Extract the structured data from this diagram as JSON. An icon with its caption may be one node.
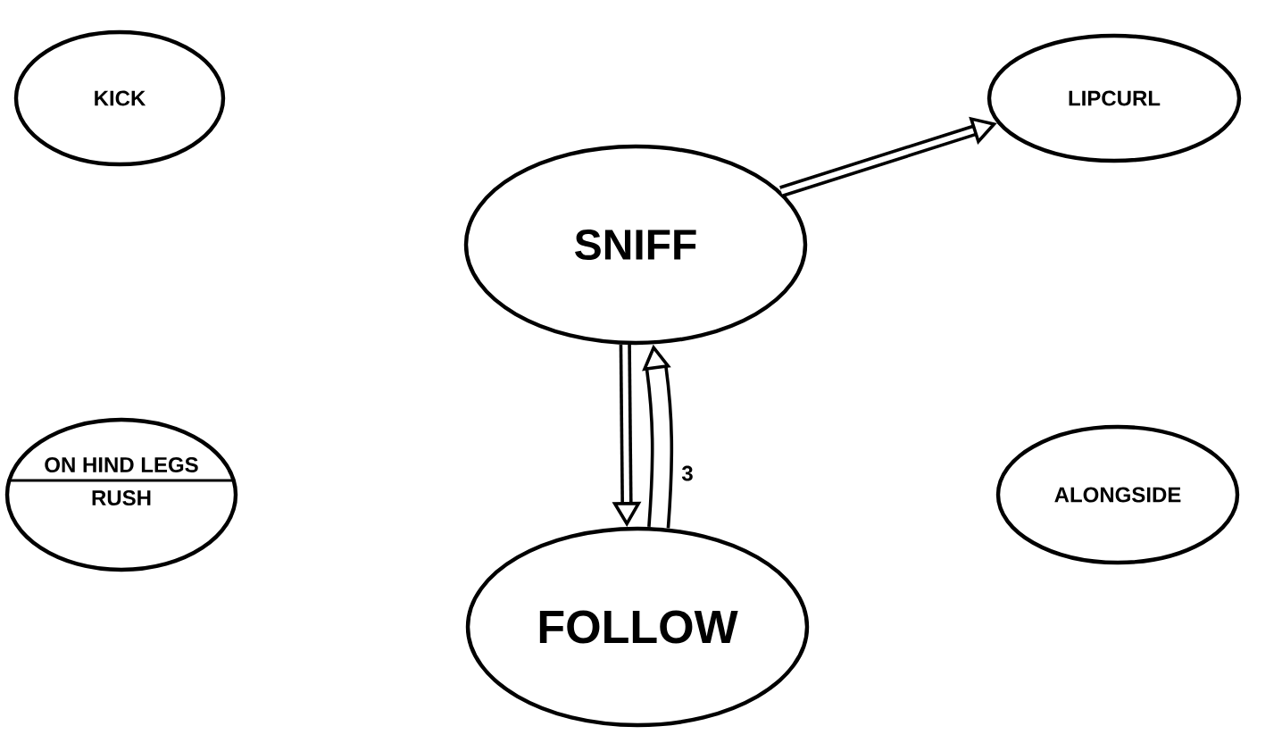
{
  "diagram": {
    "nodes": [
      {
        "text": [
          "KICK"
        ]
      },
      {
        "text": [
          "SNIFF"
        ]
      },
      {
        "text": [
          "LIPCURL"
        ]
      },
      {
        "text": [
          "ON HIND LEGS",
          "RUSH"
        ]
      },
      {
        "text": [
          "ALONGSIDE"
        ]
      },
      {
        "text": [
          "FOLLOW"
        ]
      }
    ],
    "edges": [
      {
        "from": 1,
        "to": 2,
        "arrow": "to"
      },
      {
        "from": 1,
        "to": 5,
        "arrow": "to"
      },
      {
        "from": 5,
        "to": 1,
        "arrow": "to",
        "label": "3",
        "style": "thick"
      }
    ]
  }
}
